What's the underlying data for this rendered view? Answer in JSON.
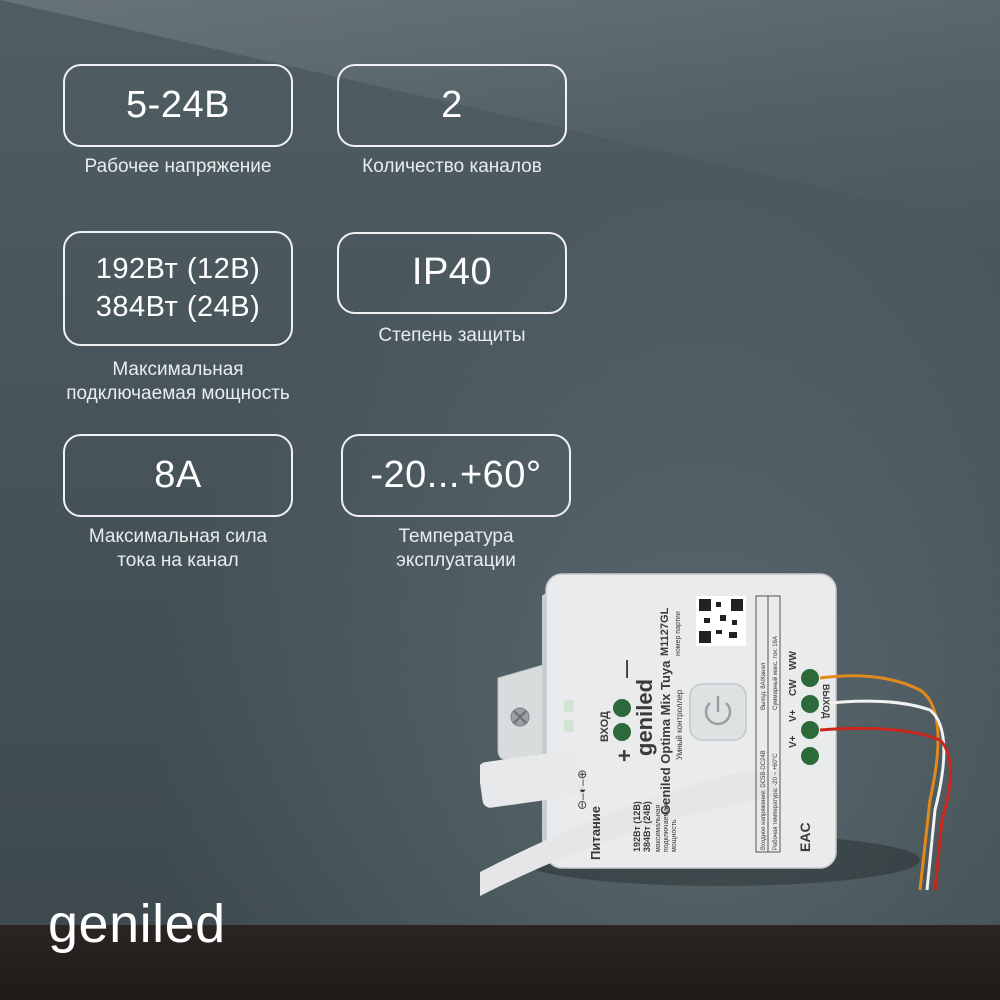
{
  "specs": [
    {
      "value": "5-24В",
      "caption": "Рабочее напряжение"
    },
    {
      "value": "2",
      "caption": "Количество каналов"
    },
    {
      "value_line1": "192Вт (12В)",
      "value_line2": "384Вт (24В)",
      "caption_line1": "Максимальная",
      "caption_line2": "подключаемая мощность"
    },
    {
      "value": "IP40",
      "caption": "Степень защиты"
    },
    {
      "value": "8А",
      "caption_line1": "Максимальная сила",
      "caption_line2": "тока на канал"
    },
    {
      "value": "-20...+60°",
      "caption_line1": "Температура",
      "caption_line2": "эксплуатации"
    }
  ],
  "brand": {
    "logo": "geniled"
  },
  "device": {
    "model": "M1127GL",
    "batch_label": "номер партии",
    "brand": "geniled",
    "name": "Geniled Optima Mix Tuya",
    "subtitle": "Умный контроллер",
    "input_label": "ВХОД",
    "power_label": "Питание",
    "output_label": "ВЫХОД",
    "plus": "+",
    "minus": "—",
    "out_pins": [
      "V+",
      "V+",
      "CW",
      "WW"
    ],
    "power_line1": "192Вт (12В)",
    "power_line2": "384Вт (24В)",
    "power_line3": "максимальная",
    "power_line4": "подключаемая",
    "power_line5": "мощность",
    "spec_row1": "Входное напряжение: DC5В-DC24В",
    "spec_row2": "Выход: 8А/Канал",
    "spec_row3": "Рабочая температура: -20 ~ +60°С",
    "spec_row4": "Суммарный макс. ток: 16А",
    "cert_mark": "EAC"
  }
}
